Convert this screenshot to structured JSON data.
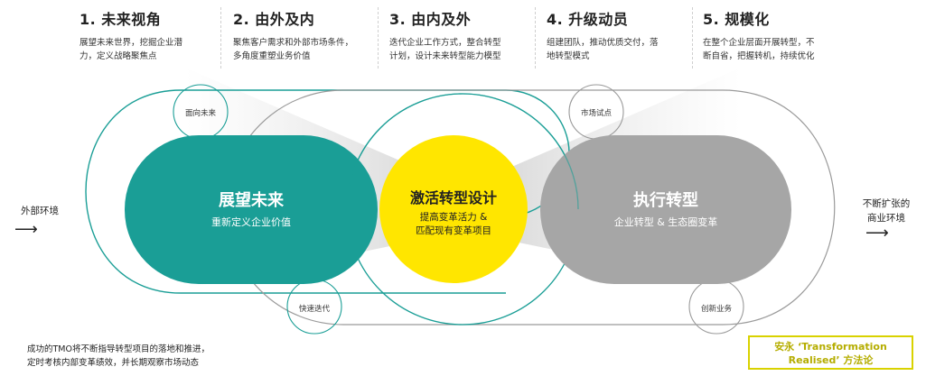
{
  "steps": [
    {
      "title": "1. 未来视角",
      "desc": [
        "展望未来世界，挖掘企业潜",
        "力，定义战略聚焦点"
      ]
    },
    {
      "title": "2. 由外及内",
      "desc": [
        "聚焦客户需求和外部市场条件，",
        "多角度重塑业务价值"
      ]
    },
    {
      "title": "3. 由内及外",
      "desc": [
        "迭代企业工作方式，整合转型",
        "计划，设计未来转型能力模型"
      ]
    },
    {
      "title": "4. 升级动员",
      "desc": [
        "组建团队，推动优质交付，落",
        "地转型模式"
      ]
    },
    {
      "title": "5. 规模化",
      "desc": [
        "在整个企业层面开展转型，不",
        "断自省，把握转机，持续优化"
      ]
    }
  ],
  "left_label": "外部环境",
  "right_label": [
    "不断扩张的",
    "商业环境"
  ],
  "capsules": {
    "left": {
      "title": "展望未来",
      "subtitle": "重新定义企业价值",
      "color": "#1a9e96"
    },
    "center": {
      "title": "激活转型设计",
      "subtitle": [
        "提高变革活力 &",
        "匹配现有变革项目"
      ],
      "color": "#ffe600"
    },
    "right": {
      "title": "执行转型",
      "subtitle": "企业转型 & 生态圈变革",
      "color": "#a6a6a6"
    }
  },
  "loops": {
    "top_left": "面向未来",
    "bottom_left": "快速迭代",
    "top_right": "市场试点",
    "bottom_right": "创新业务"
  },
  "footnote": [
    "成功的TMO将不断指导转型项目的落地和推进，",
    "定时考核内部变革绩效，并长期观察市场动态"
  ],
  "badge": [
    "安永 ‘Transformation",
    "Realised’ 方法论"
  ],
  "colors": {
    "teal": "#1a9e96",
    "yellow": "#ffe600",
    "gray": "#a6a6a6",
    "badge_border": "#d9d200"
  }
}
